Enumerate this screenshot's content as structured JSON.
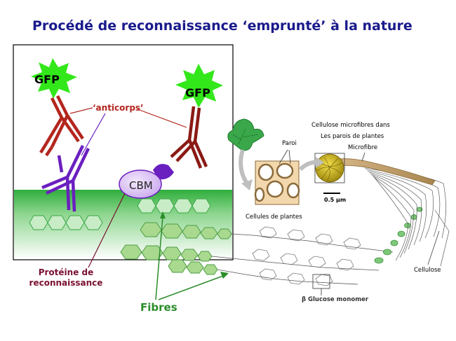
{
  "title": "Procédé de reconnaissance ‘emprunté’ à la nature",
  "labels": {
    "gfp_left": "GFP",
    "gfp_right": "GFP",
    "anticorps": "‘anticorps’",
    "cbm": "CBM",
    "proteine_line1": "Protéine de",
    "proteine_line2": "reconnaissance",
    "fibres": "Fibres",
    "paroi": "Paroi",
    "cellules": "Cellules de plantes",
    "cellulose_micro_line1": "Cellulose microfibres dans",
    "cellulose_micro_line2": "Les parois de plantes",
    "microfibre": "Microfibre",
    "scale": "0.5 µm",
    "cellulose": "Cellulose",
    "glucose": "β Glucose  monomer"
  },
  "colors": {
    "title": "#1a1a8c",
    "gfp_star": "#33e81a",
    "antibody_red": "#b3261e",
    "antibody_purple": "#6a1fbf",
    "cbm_fill": "#e0c8f5",
    "surface_green": "#3cb84a",
    "label_maroon": "#7a1030",
    "fibres_green": "#2a8c2a"
  }
}
